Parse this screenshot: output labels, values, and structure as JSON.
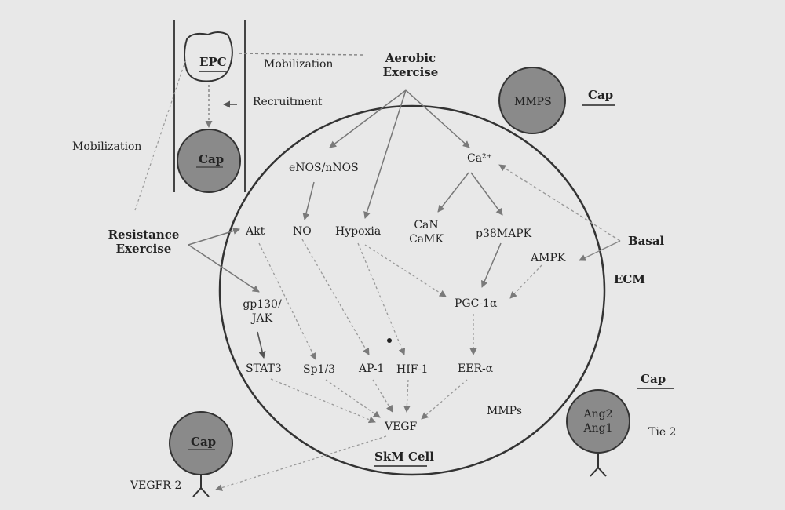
{
  "labels": {
    "epc": "EPC",
    "mobilization_top": "Mobilization",
    "recruitment": "Recruitment",
    "mobilization_left": "Mobilization",
    "cap_left_top": "Cap",
    "aerobic": "Aerobic\nExercise",
    "mmps_circle": "MMPS",
    "cap_top_right": "Cap",
    "enos": "eNOS/nNOS",
    "ca2": "Ca²⁺",
    "resistance": "Resistance\nExercise",
    "akt": "Akt",
    "no": "NO",
    "hypoxia": "Hypoxia",
    "can_camk": "CaN\nCaMK",
    "p38mapk": "p38MAPK",
    "basal": "Basal",
    "ampk": "AMPK",
    "ecm": "ECM",
    "gp130": "gp130/\nJAK",
    "pgc": "PGC-1α",
    "stat3": "STAT3",
    "sp13": "Sp1/3",
    "ap1": "AP-1",
    "hif1": "HIF-1",
    "eer": "EER-α",
    "cap_right": "Cap",
    "mmps_inner": "MMPs",
    "ang": "Ang2\nAng1",
    "tie2": "Tie 2",
    "vegf": "VEGF",
    "cap_bottom_left": "Cap",
    "vegfr2": "VEGFR-2",
    "skm_cell": "SkM Cell"
  }
}
